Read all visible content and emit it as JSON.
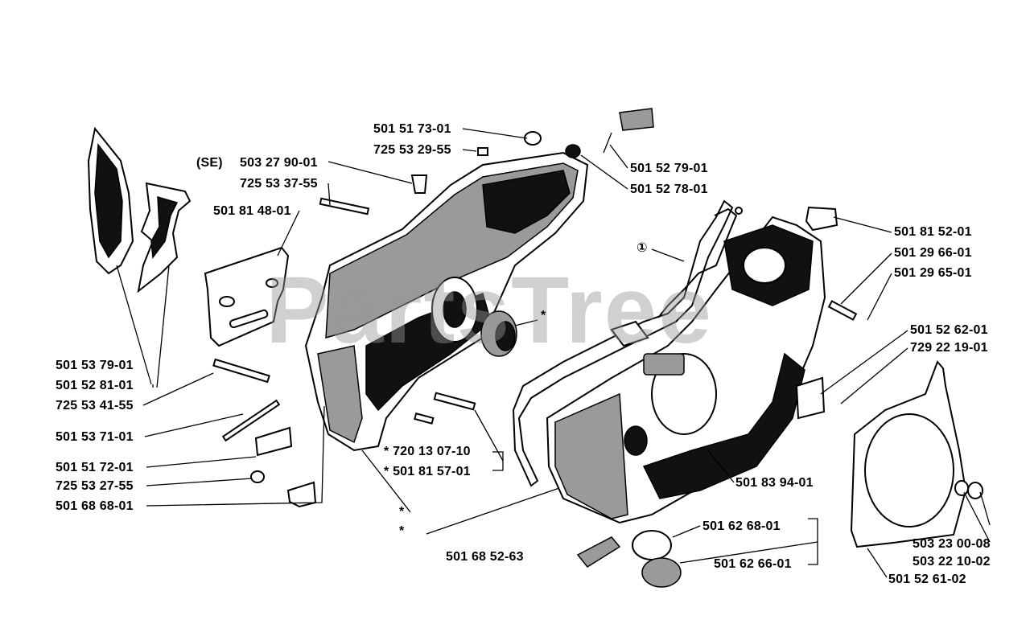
{
  "watermark": "PartsTree",
  "note_se": "(SE)",
  "callout_1": "①",
  "labels": [
    {
      "key": "501 51 73-01"
    },
    {
      "key": "725 53 29-55"
    },
    {
      "key": "503 27 90-01"
    },
    {
      "key": "725 53 37-55"
    },
    {
      "key": "501 81 48-01"
    },
    {
      "key": "501 52 79-01"
    },
    {
      "key": "501 52 78-01"
    },
    {
      "key": "501 81 52-01"
    },
    {
      "key": "501 29 66-01"
    },
    {
      "key": "501 29 65-01"
    },
    {
      "key": "501 52 62-01"
    },
    {
      "key": "729 22 19-01"
    },
    {
      "key": "501 53 79-01"
    },
    {
      "key": "501 52 81-01"
    },
    {
      "key": "725 53 41-55"
    },
    {
      "key": "501 53 71-01"
    },
    {
      "key": "501 51 72-01"
    },
    {
      "key": "725 53 27-55"
    },
    {
      "key": "501 68 68-01"
    },
    {
      "key": "* 720 13 07-10"
    },
    {
      "key": "* 501 81 57-01"
    },
    {
      "key": "501 83 94-01"
    },
    {
      "key": "501 62 68-01"
    },
    {
      "key": "501 62 66-01"
    },
    {
      "key": "501 68 52-63"
    },
    {
      "key": "503 23 00-08"
    },
    {
      "key": "503 22 10-02"
    },
    {
      "key": "501 52 61-02"
    }
  ],
  "asterisks": [
    "*",
    "*",
    "*"
  ]
}
